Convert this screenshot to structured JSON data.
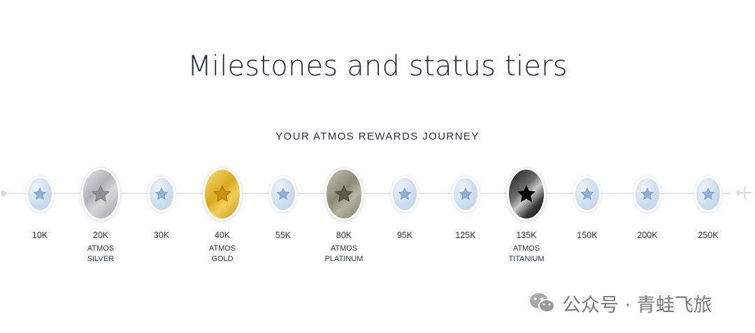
{
  "page": {
    "title": "Milestones and status tiers",
    "subtitle": "YOUR ATMOS REWARDS JOURNEY"
  },
  "colors": {
    "track": "#e8e6dc",
    "badge_blue": "#cbdcee",
    "star_blue": "#8fb0d9",
    "silver": "#aeb3b8",
    "gold": "#d9a91c",
    "platinum": "#8c8a76",
    "titanium": "#1a1a1a"
  },
  "milestones": [
    {
      "amount": "10K",
      "tier_line1": "",
      "tier_line2": "",
      "style": "small"
    },
    {
      "amount": "20K",
      "tier_line1": "ATMOS",
      "tier_line2": "SILVER",
      "style": "silver"
    },
    {
      "amount": "30K",
      "tier_line1": "",
      "tier_line2": "",
      "style": "small"
    },
    {
      "amount": "40K",
      "tier_line1": "ATMOS",
      "tier_line2": "GOLD",
      "style": "gold"
    },
    {
      "amount": "55K",
      "tier_line1": "",
      "tier_line2": "",
      "style": "small"
    },
    {
      "amount": "80K",
      "tier_line1": "ATMOS",
      "tier_line2": "PLATINUM",
      "style": "platinum"
    },
    {
      "amount": "95K",
      "tier_line1": "",
      "tier_line2": "",
      "style": "small"
    },
    {
      "amount": "125K",
      "tier_line1": "",
      "tier_line2": "",
      "style": "small"
    },
    {
      "amount": "135K",
      "tier_line1": "ATMOS",
      "tier_line2": "TITANIUM",
      "style": "titanium"
    },
    {
      "amount": "150K",
      "tier_line1": "",
      "tier_line2": "",
      "style": "small"
    },
    {
      "amount": "200K",
      "tier_line1": "",
      "tier_line2": "",
      "style": "small"
    },
    {
      "amount": "250K",
      "tier_line1": "",
      "tier_line2": "",
      "style": "small"
    }
  ],
  "icons": {
    "milestone": "star-icon",
    "track_end": "airplane-icon",
    "watermark": "wechat-icon"
  },
  "watermark": {
    "text": "公众号 · 青蛙飞旅"
  }
}
